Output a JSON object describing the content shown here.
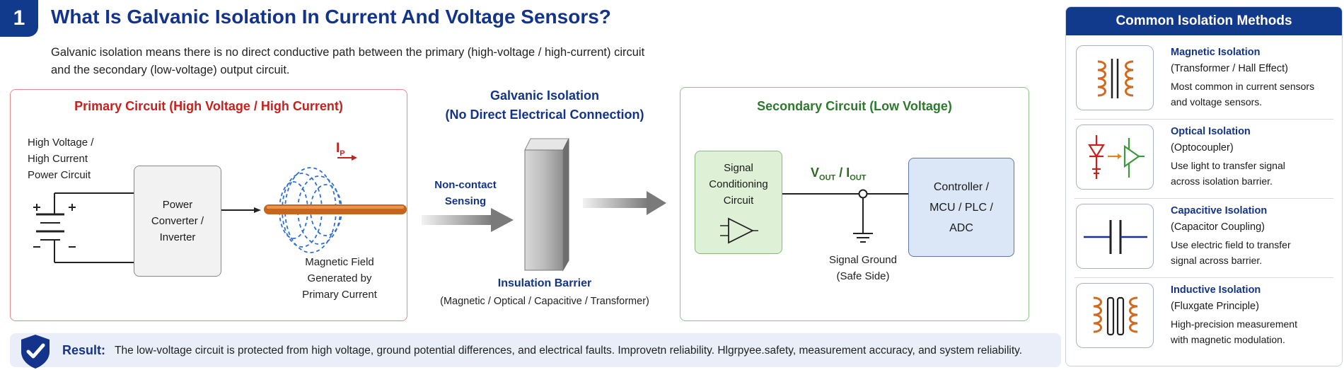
{
  "header": {
    "number": "1",
    "title": "What Is Galvanic Isolation In Current And Voltage Sensors?",
    "intro_line1": "Galvanic isolation means there is no direct conductive path between the primary (high-voltage / high-current) circuit",
    "intro_line2": "and the secondary (low-voltage) output circuit."
  },
  "primary": {
    "title": "Primary Circuit (High Voltage / High Current)",
    "source_label": [
      "High Voltage /",
      "High Current",
      "Power Circuit"
    ],
    "converter": [
      "Power",
      "Converter /",
      "Inverter"
    ],
    "current_symbol": "I",
    "current_subscript": "P",
    "field_label": [
      "Magnetic Field",
      "Generated by",
      "Primary Current"
    ]
  },
  "isolation": {
    "title_line1": "Galvanic Isolation",
    "title_line2": "(No Direct Electrical Connection)",
    "sensing": [
      "Non-contact",
      "Sensing"
    ],
    "barrier_title": "Insulation Barrier",
    "barrier_sub": "(Magnetic / Optical / Capacitive / Transformer)"
  },
  "secondary": {
    "title": "Secondary Circuit (Low Voltage)",
    "signal_box": [
      "Signal",
      "Conditioning",
      "Circuit"
    ],
    "vout": "V",
    "vout_sub": "OUT",
    "iout": "I",
    "iout_sub": "OUT",
    "vi_separator": " / ",
    "controller": [
      "Controller /",
      "MCU / PLC /",
      "ADC"
    ],
    "ground": [
      "Signal Ground",
      "(Safe Side)"
    ]
  },
  "result": {
    "label": "Result:",
    "text": "The low-voltage circuit is protected from high voltage, ground potential differences, and electrical faults. Improvetn reliability.  Hlgrpyee.safety, measurement accuracy, and system reliability."
  },
  "methods": {
    "header": "Common Isolation Methods",
    "items": [
      {
        "name": "Magnetic Isolation",
        "sub": "(Transformer / Hall Effect)",
        "desc": [
          "Most common in current sensors",
          "and voltage sensors."
        ],
        "icon": "transformer-icon"
      },
      {
        "name": "Optical Isolation",
        "sub": "(Optocoupler)",
        "desc": [
          "Use light to transfer signal",
          "across isolation barrier."
        ],
        "icon": "optocoupler-icon"
      },
      {
        "name": "Capacitive Isolation",
        "sub": "(Capacitor Coupling)",
        "desc": [
          "Use electric field to transfer",
          "signal across barrier."
        ],
        "icon": "capacitor-icon"
      },
      {
        "name": "Inductive Isolation",
        "sub": "(Fluxgate Principle)",
        "desc": [
          "High-precision measurement",
          "with magnetic modulation."
        ],
        "icon": "fluxgate-icon"
      }
    ]
  },
  "colors": {
    "navy": "#13348a",
    "primary_red": "#c7211d",
    "secondary_green": "#2c7a2c",
    "copper": "#d2691e",
    "field_blue": "#2f6fd6"
  }
}
